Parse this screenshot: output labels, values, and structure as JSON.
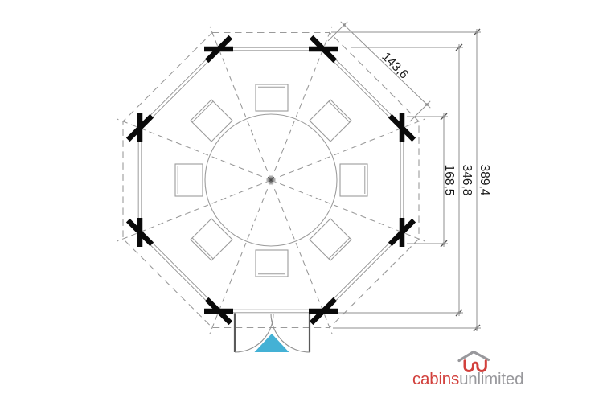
{
  "drawing": {
    "dimensions": {
      "roof_edge": "143,6",
      "wall_side": "168,5",
      "body_width": "346,8",
      "overall_width": "389,4"
    }
  },
  "logo": {
    "brand": "cabins",
    "suffix": "unlimited",
    "icon": "house-icon"
  },
  "colors": {
    "entrance_arrow": "#44b1d5",
    "brand_red": "#d2403c",
    "brand_gray": "#98989c"
  }
}
